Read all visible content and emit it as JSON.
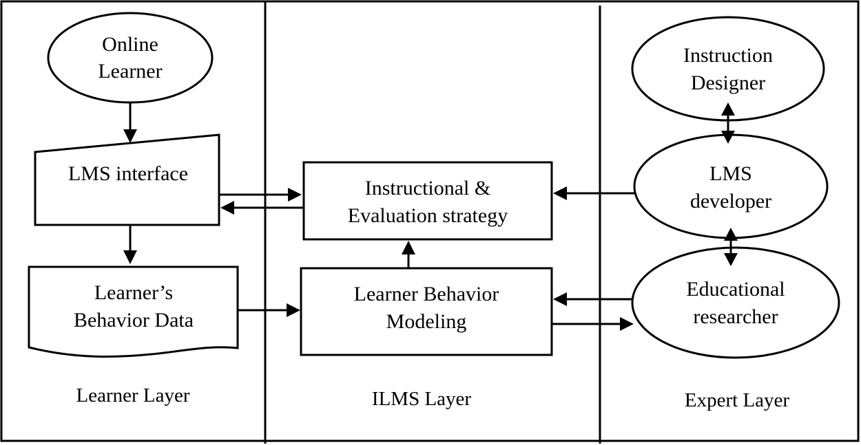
{
  "layers": {
    "learner": "Learner Layer",
    "ilms": "ILMS Layer",
    "expert": "Expert Layer"
  },
  "nodes": {
    "online_learner": [
      "Online",
      "Learner"
    ],
    "lms_interface": [
      "LMS interface"
    ],
    "behavior_data": [
      "Learner’s",
      "Behavior Data"
    ],
    "instructional_strategy": [
      "Instructional &",
      "Evaluation strategy"
    ],
    "behavior_modeling": [
      "Learner Behavior",
      "Modeling"
    ],
    "instruction_designer": [
      "Instruction",
      "Designer"
    ],
    "lms_developer": [
      "LMS",
      "developer"
    ],
    "educational_researcher": [
      "Educational",
      "researcher"
    ]
  }
}
